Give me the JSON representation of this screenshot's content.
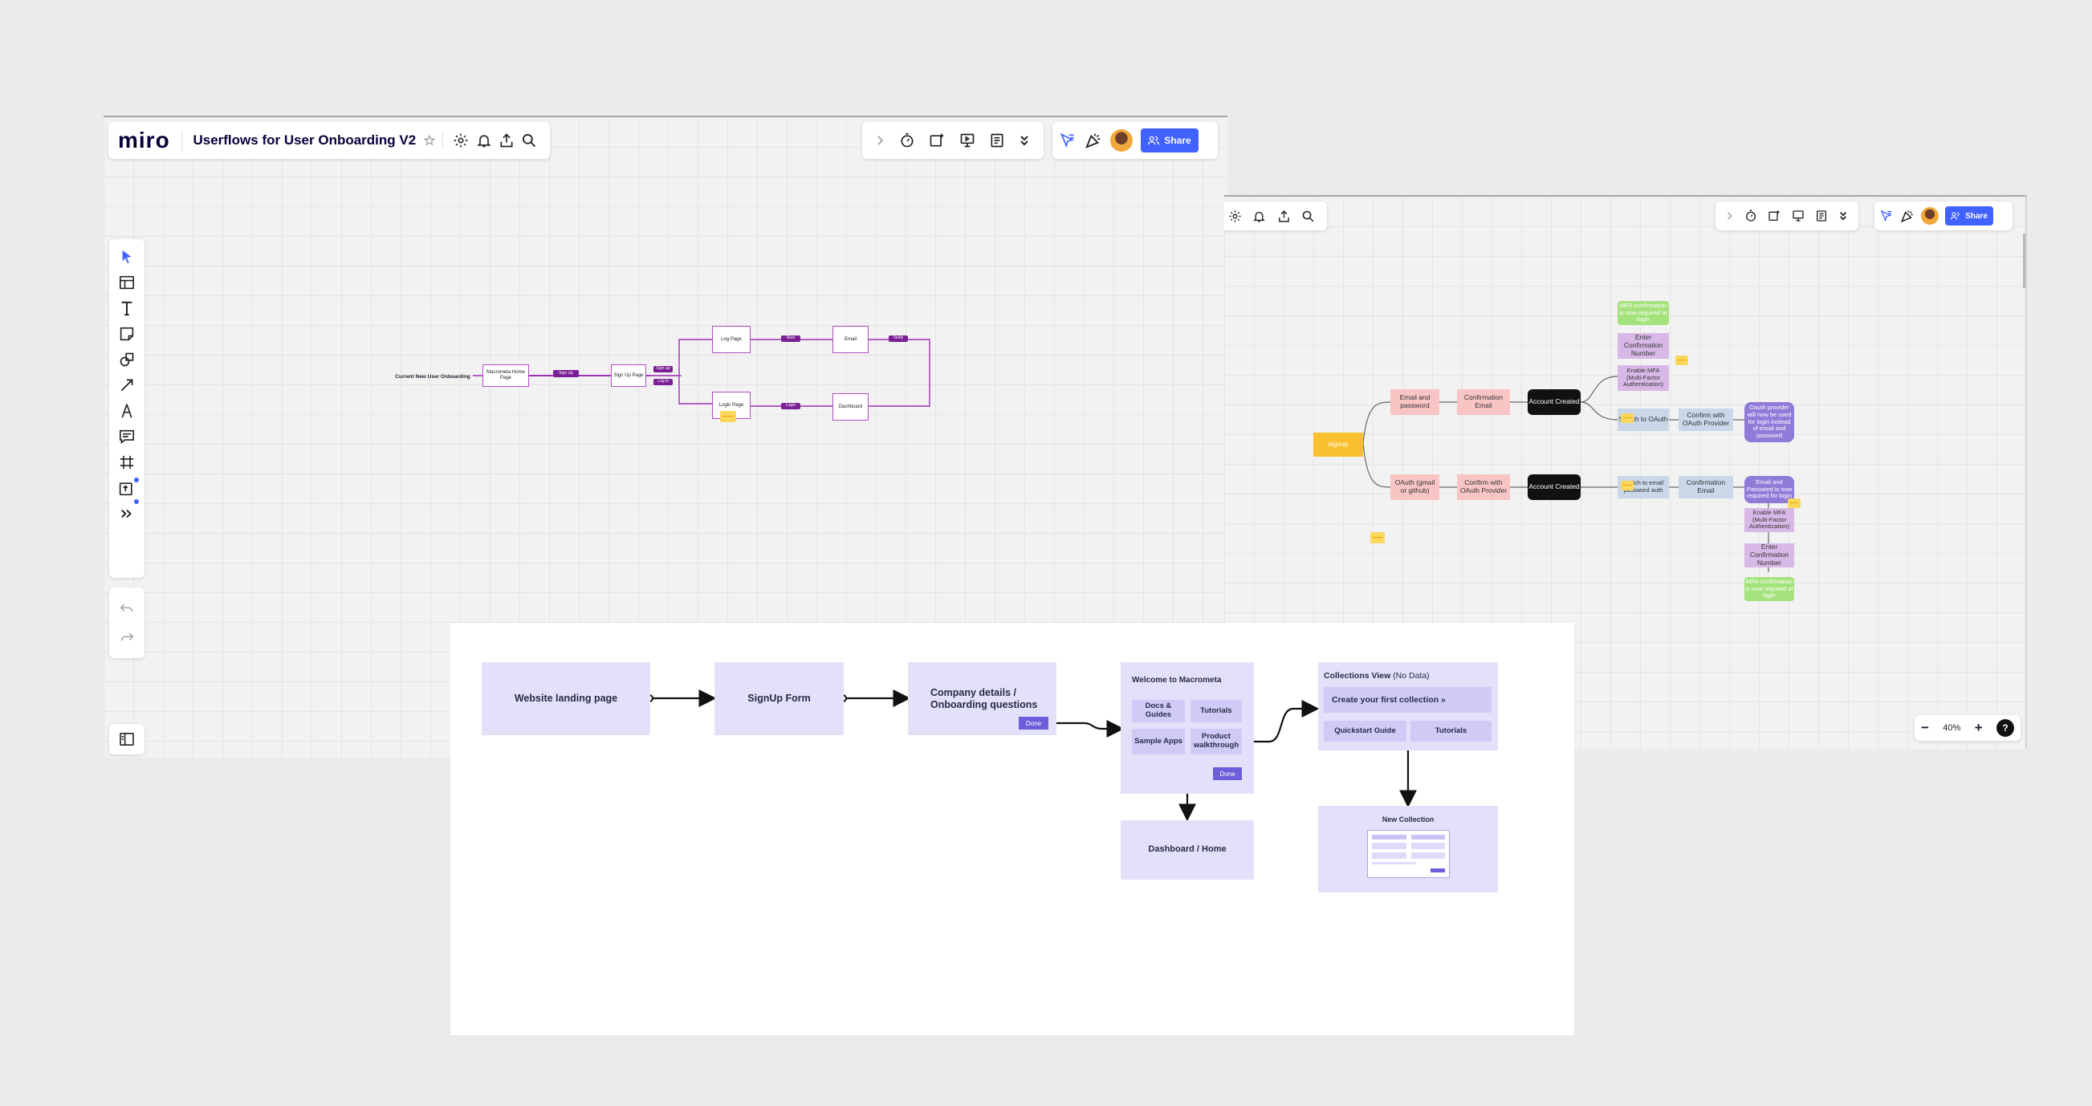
{
  "app": {
    "logo_text": "miro",
    "board_title": "Userflows for User Onboarding V2",
    "share_label": "Share",
    "zoom_level": "40%",
    "zoom_out": "−",
    "zoom_in": "+",
    "help": "?"
  },
  "window1": {
    "flow": {
      "title": "Current New User Onboarding",
      "boxes": [
        "Macrometa Home Page",
        "Sign Up Page",
        "Log Page",
        "Email",
        "Login Page",
        "Dashboard"
      ],
      "labels": [
        "Sign Up",
        "Sign up",
        "Log in",
        "Next",
        "Verify",
        "Login"
      ]
    }
  },
  "window2": {
    "start": "signup",
    "email_branch": {
      "step1": "Email and password",
      "step2": "Confirmation Email",
      "created": "Account Created",
      "mfa_step": "Enable MFA (Multi-Factor Authentication)",
      "confirm_number": "Enter Confirmation Number",
      "mfa_done": "MFA confirmation is now required at login",
      "switch_oauth": "Switch to OAuth",
      "confirm_provider": "Confirm with OAuth Provider",
      "oauth_note": "Oauth provider will now be used for login instead of email and password"
    },
    "oauth_branch": {
      "step1": "OAuth (gmail or github)",
      "step2": "Confirm with OAuth Provider",
      "created": "Account Created",
      "switch_email": "Switch to email password auth",
      "confirm_email": "Confirmation Email",
      "email_note": "Email and Password is now required for login",
      "mfa_step": "Enable MFA (Multi-Factor Authentication)",
      "confirm_number": "Enter Confirmation Number",
      "mfa_done": "MFA confirmation is now required at login"
    }
  },
  "card": {
    "landing": "Website landing page",
    "signup": "SignUp Form",
    "company": "Company details / Onboarding questions",
    "done": "Done",
    "welcome_title": "Welcome to Macrometa",
    "welcome_chips": [
      "Docs & Guides",
      "Tutorials",
      "Sample Apps",
      "Product walkthrough"
    ],
    "dashboard": "Dashboard / Home",
    "collections_title": "Collections View",
    "collections_suffix": "(No Data)",
    "collections_cta": "Create your first collection »",
    "collections_chips": [
      "Quickstart Guide",
      "Tutorials"
    ],
    "new_collection": "New Collection"
  }
}
